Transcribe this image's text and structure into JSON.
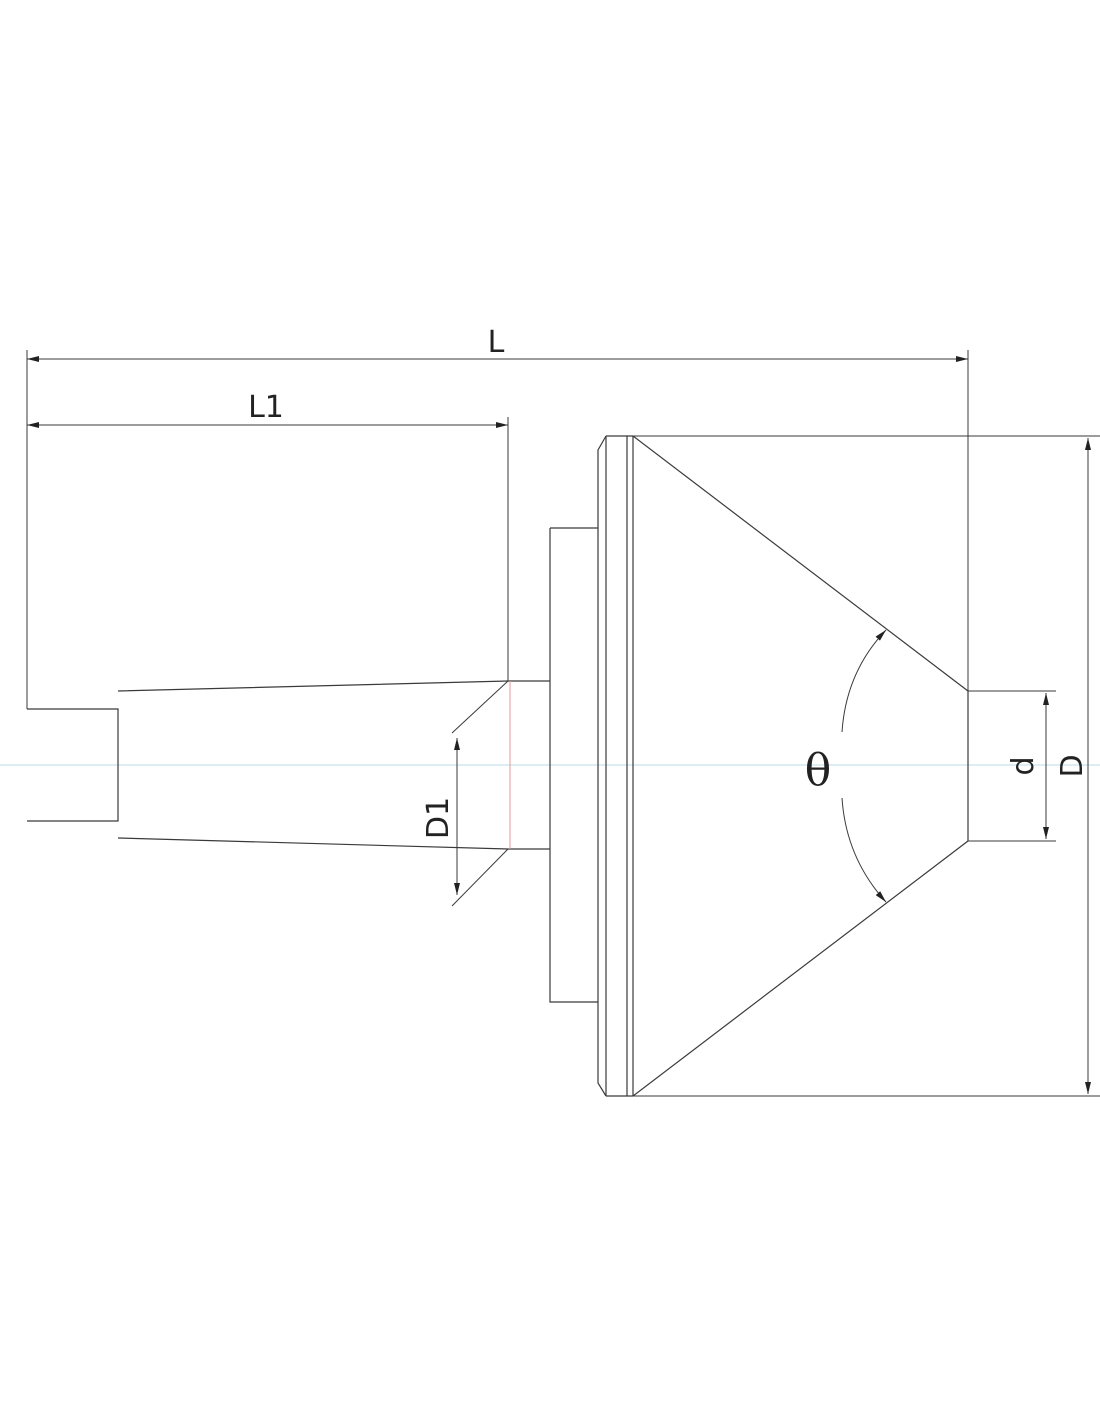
{
  "drawing": {
    "colors": {
      "line": "#3a3a3a",
      "centerline": "#b9dde3",
      "section_mark": "#e09a9a",
      "background": "#ffffff"
    },
    "labels": {
      "L": "L",
      "L1": "L1",
      "D1": "D1",
      "d": "d",
      "D": "D",
      "theta": "θ"
    }
  }
}
